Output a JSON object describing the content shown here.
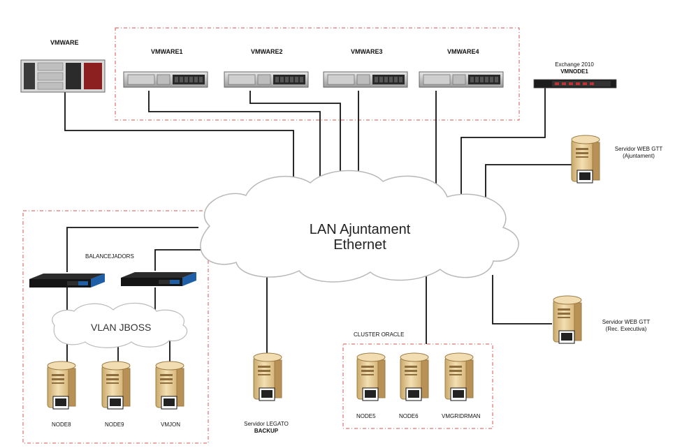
{
  "cloud": {
    "line1": "LAN Ajuntament",
    "line2": "Ethernet"
  },
  "vlan": "VLAN JBOSS",
  "servers": {
    "vmware": "VMWARE",
    "vmware1": "VMWARE1",
    "vmware2": "VMWARE2",
    "vmware3": "VMWARE3",
    "vmware4": "VMWARE4",
    "exchange_line1": "Exchange 2010",
    "exchange_line2": "VMNODE1"
  },
  "web1": {
    "line1": "Servidor WEB GTT",
    "line2": "(Ajuntament)"
  },
  "web2": {
    "line1": "Servidor WEB GTT",
    "line2": "(Rec. Executiva)"
  },
  "balancer_group": "BALANCEJADORS",
  "jboss_nodes": [
    "NODE8",
    "NODE9",
    "VMJON"
  ],
  "backup": {
    "line1": "Servidor LEGATO",
    "line2": "BACKUP"
  },
  "oracle": {
    "title": "CLUSTER ORACLE",
    "nodes": [
      "NODE5",
      "NODE6",
      "VMGRIDRMAN"
    ]
  },
  "colors": {
    "group_border": "#d9534f",
    "line": "#111111",
    "cloud_stroke": "#b8b8b8",
    "tower": "#e8cf9a",
    "rack_blue": "#1f5fa8"
  }
}
